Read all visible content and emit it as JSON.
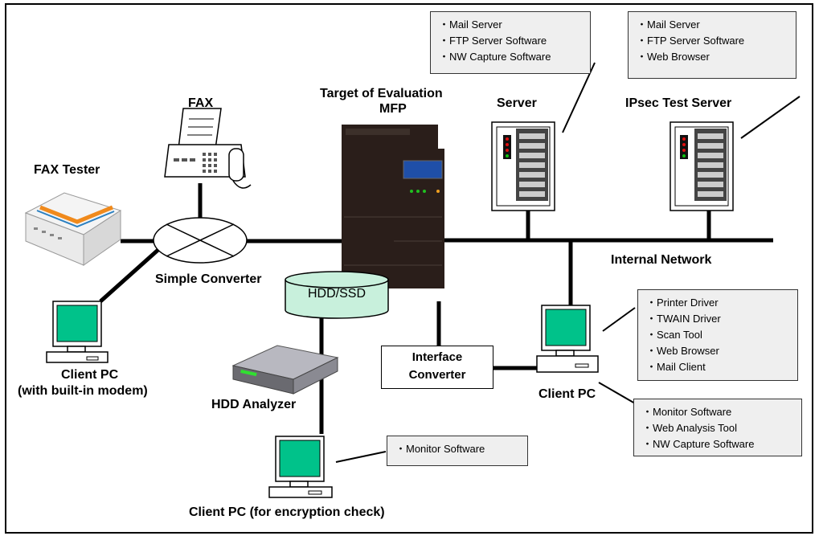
{
  "labels": {
    "fax": "FAX",
    "fax_tester": "FAX Tester",
    "target_line1": "Target of Evaluation",
    "target_line2": "MFP",
    "server": "Server",
    "ipsec_server": "IPsec Test Server",
    "internal_network": "Internal Network",
    "simple_converter": "Simple Converter",
    "hdd_ssd": "HDD/SSD",
    "hdd_analyzer": "HDD Analyzer",
    "client_pc_modem_line1": "Client PC",
    "client_pc_modem_line2": "(with built-in modem)",
    "client_pc_right": "Client PC",
    "client_pc_encryption": "Client PC (for encryption check)",
    "interface_converter_line1": "Interface",
    "interface_converter_line2": "Converter"
  },
  "notes": {
    "server": [
      "・Mail Server",
      "・FTP Server Software",
      "・NW Capture Software"
    ],
    "ipsec": [
      "・Mail Server",
      "・FTP Server Software",
      "・Web Browser"
    ],
    "client_tools": [
      "・Printer Driver",
      "・TWAIN Driver",
      "・Scan Tool",
      "・Web Browser",
      "・Mail Client"
    ],
    "client_monitor": [
      "・Monitor Software",
      "・Web Analysis Tool",
      "・NW Capture Software"
    ],
    "encryption_monitor": [
      "・Monitor Software"
    ]
  },
  "colors": {
    "screen": "#00c28a",
    "hdd_fill": "#c8f0dc",
    "note_bg": "#efefef",
    "mfp_body": "#2a1e1a",
    "server_red": "#e01010",
    "server_green": "#10c010"
  }
}
